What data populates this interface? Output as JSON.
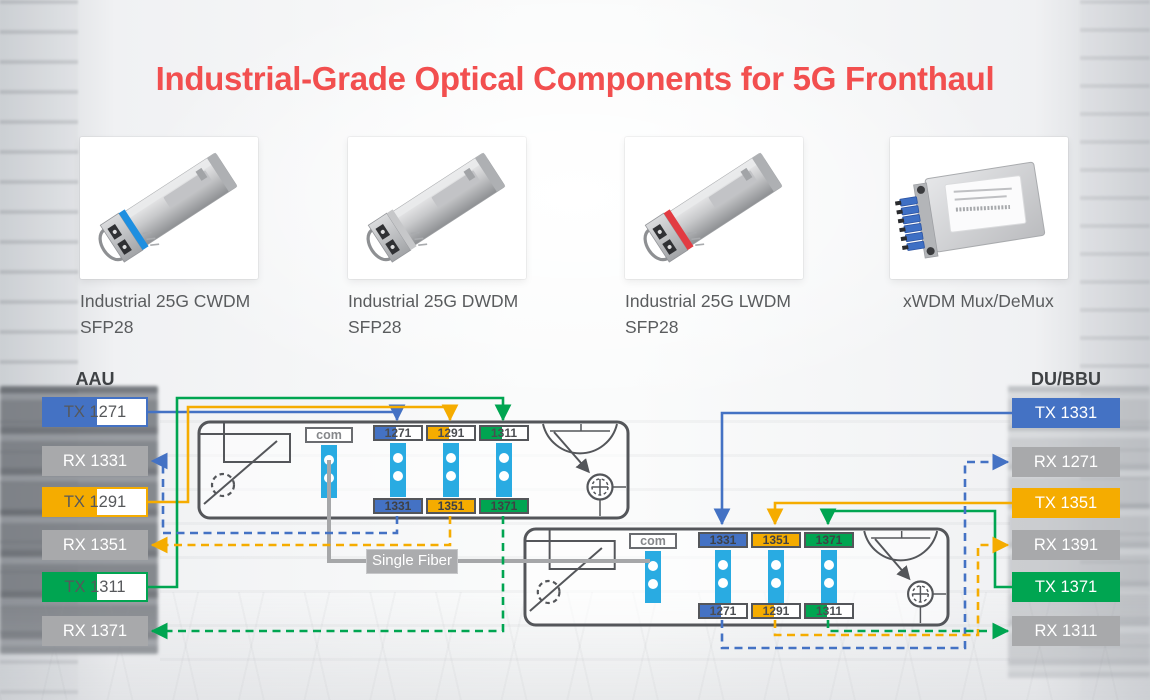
{
  "title": "Industrial-Grade Optical Components for 5G Fronthaul",
  "products": [
    {
      "line1": "Industrial 25G CWDM",
      "line2": "SFP28"
    },
    {
      "line1": "Industrial 25G DWDM",
      "line2": "SFP28"
    },
    {
      "line1": "Industrial 25G LWDM",
      "line2": "SFP28"
    },
    {
      "line1": "xWDM Mux/DeMux",
      "line2": ""
    }
  ],
  "diagram": {
    "aau": {
      "title": "AAU",
      "ports": [
        {
          "label": "TX 1271",
          "dir": "tx",
          "color": "blue"
        },
        {
          "label": "RX 1331",
          "dir": "rx",
          "color": "gray"
        },
        {
          "label": "TX 1291",
          "dir": "tx",
          "color": "yellow"
        },
        {
          "label": "RX 1351",
          "dir": "rx",
          "color": "gray"
        },
        {
          "label": "TX 1311",
          "dir": "tx",
          "color": "green"
        },
        {
          "label": "RX 1371",
          "dir": "rx",
          "color": "gray"
        }
      ]
    },
    "du_bbu": {
      "title": "DU/BBU",
      "ports": [
        {
          "label": "TX 1331",
          "dir": "tx",
          "color": "blue"
        },
        {
          "label": "RX 1271",
          "dir": "rx",
          "color": "gray"
        },
        {
          "label": "TX 1351",
          "dir": "tx",
          "color": "yellow"
        },
        {
          "label": "RX 1391",
          "dir": "rx",
          "color": "gray"
        },
        {
          "label": "TX 1371",
          "dir": "tx",
          "color": "green"
        },
        {
          "label": "RX 1311",
          "dir": "rx",
          "color": "gray"
        }
      ]
    },
    "mux1": {
      "com": "com",
      "top": [
        "1271",
        "1291",
        "1311"
      ],
      "bottom": [
        "1331",
        "1351",
        "1371"
      ]
    },
    "mux2": {
      "com": "com",
      "top": [
        "1331",
        "1351",
        "1371"
      ],
      "bottom": [
        "1271",
        "1291",
        "1311"
      ]
    },
    "single_fiber": "Single Fiber"
  },
  "colors": {
    "blue": "#4472C4",
    "yellow": "#F5AC00",
    "green": "#00A551",
    "gray": "#A8A9AB",
    "cyan": "#29ABE2",
    "outline": "#54565A",
    "fiber": "#A6A7A9",
    "title-red": "#F24F4F",
    "text-dark": "#56585B"
  }
}
